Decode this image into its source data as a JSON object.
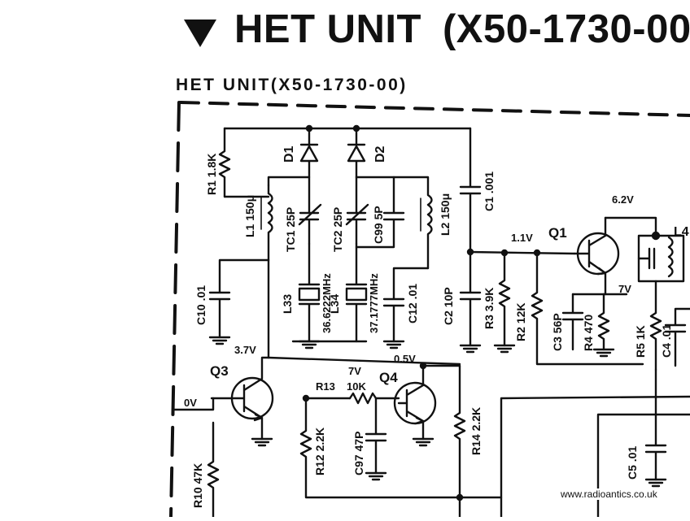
{
  "header": {
    "title": "HET UNIT",
    "code": "(X50-1730-00"
  },
  "schematic": {
    "frame_label": "HET UNIT(X50-1730-00)",
    "labels": {
      "r1": "R1 1.8K",
      "d1": "D1",
      "d2": "D2",
      "l1": "L1 150μ",
      "tc1": "TC1 25P",
      "tc2": "TC2 25P",
      "c99": "C99 5P",
      "l2": "L2 150μ",
      "c1": "C1 .001",
      "l33": "L33",
      "x1": "36.6222MHz",
      "l34": "L34",
      "x2": "37.1777MHz",
      "c10": "C10 .01",
      "c12": "C12 .01",
      "c2": "C2 10P",
      "r3": "R3 3.9K",
      "r2": "R2 12K",
      "c3": "C3 56P",
      "r4": "R4 470",
      "r5": "R5 1K",
      "c4": "C4 .01",
      "q1": "Q1",
      "v11": "1.1V",
      "v62": "6.2V",
      "v7a": "7V",
      "l4": "L4",
      "q3": "Q3",
      "v37": "3.7V",
      "v0": "0V",
      "r10": "R10 47K",
      "r12": "R12 2.2K",
      "r13": "R13",
      "r13v": "10K",
      "v7b": "7V",
      "q4": "Q4",
      "v05": "0.5V",
      "c97": "C97 47P",
      "r14": "R14 2.2K",
      "c5": "C5 .01"
    }
  },
  "watermark": "www.radioantics.co.uk"
}
